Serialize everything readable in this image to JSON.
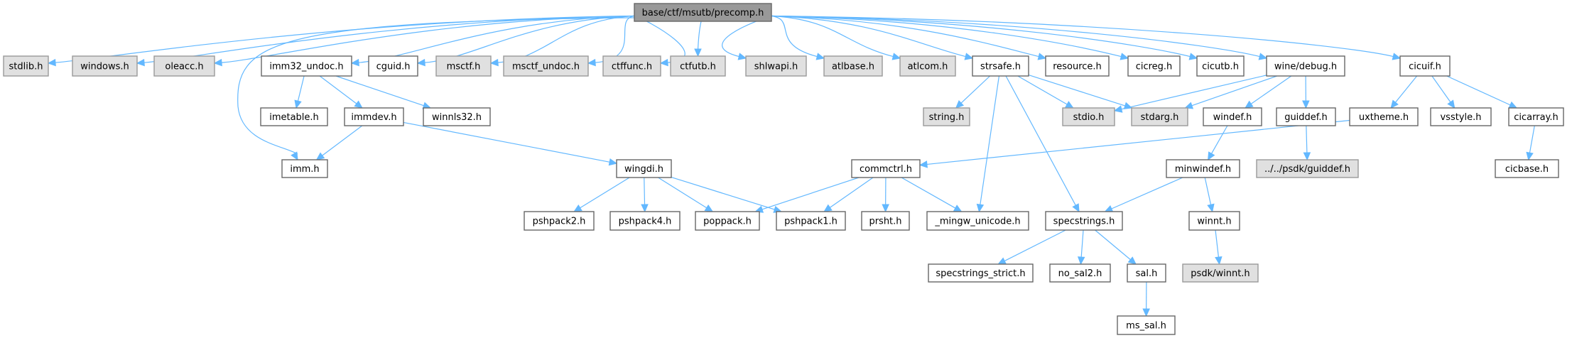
{
  "title": "base/ctf/msutb/precomp.h",
  "colors": {
    "root_fill": "#999999",
    "root_stroke": "#666666",
    "node_fill": "#ffffff",
    "node_stroke": "#666666",
    "missing_fill": "#e0e0e0",
    "missing_stroke": "#999999",
    "edge": "#63b8ff"
  },
  "nodes": [
    {
      "id": "precomp",
      "label": "base/ctf/msutb/precomp.h",
      "kind": "root"
    },
    {
      "id": "stdlib",
      "label": "stdlib.h",
      "kind": "missing"
    },
    {
      "id": "windows",
      "label": "windows.h",
      "kind": "missing"
    },
    {
      "id": "oleacc",
      "label": "oleacc.h",
      "kind": "missing"
    },
    {
      "id": "imm32_undoc",
      "label": "imm32_undoc.h",
      "kind": "normal"
    },
    {
      "id": "cguid",
      "label": "cguid.h",
      "kind": "normal"
    },
    {
      "id": "msctf",
      "label": "msctf.h",
      "kind": "missing"
    },
    {
      "id": "msctf_undoc",
      "label": "msctf_undoc.h",
      "kind": "missing"
    },
    {
      "id": "ctffunc",
      "label": "ctffunc.h",
      "kind": "missing"
    },
    {
      "id": "ctfutb",
      "label": "ctfutb.h",
      "kind": "missing"
    },
    {
      "id": "shlwapi",
      "label": "shlwapi.h",
      "kind": "missing"
    },
    {
      "id": "atlbase",
      "label": "atlbase.h",
      "kind": "missing"
    },
    {
      "id": "atlcom",
      "label": "atlcom.h",
      "kind": "missing"
    },
    {
      "id": "strsafe",
      "label": "strsafe.h",
      "kind": "normal"
    },
    {
      "id": "resource",
      "label": "resource.h",
      "kind": "normal"
    },
    {
      "id": "cicreg",
      "label": "cicreg.h",
      "kind": "normal"
    },
    {
      "id": "cicutb",
      "label": "cicutb.h",
      "kind": "normal"
    },
    {
      "id": "winedebug",
      "label": "wine/debug.h",
      "kind": "normal"
    },
    {
      "id": "cicuif",
      "label": "cicuif.h",
      "kind": "normal"
    },
    {
      "id": "imetable",
      "label": "imetable.h",
      "kind": "normal"
    },
    {
      "id": "immdev",
      "label": "immdev.h",
      "kind": "normal"
    },
    {
      "id": "winnls32",
      "label": "winnls32.h",
      "kind": "normal"
    },
    {
      "id": "string",
      "label": "string.h",
      "kind": "missing"
    },
    {
      "id": "stdio",
      "label": "stdio.h",
      "kind": "missing"
    },
    {
      "id": "stdarg",
      "label": "stdarg.h",
      "kind": "missing"
    },
    {
      "id": "windef",
      "label": "windef.h",
      "kind": "normal"
    },
    {
      "id": "guiddef",
      "label": "guiddef.h",
      "kind": "normal"
    },
    {
      "id": "uxtheme",
      "label": "uxtheme.h",
      "kind": "normal"
    },
    {
      "id": "vsstyle",
      "label": "vsstyle.h",
      "kind": "normal"
    },
    {
      "id": "cicarray",
      "label": "cicarray.h",
      "kind": "normal"
    },
    {
      "id": "imm",
      "label": "imm.h",
      "kind": "normal"
    },
    {
      "id": "wingdi",
      "label": "wingdi.h",
      "kind": "normal"
    },
    {
      "id": "commctrl",
      "label": "commctrl.h",
      "kind": "normal"
    },
    {
      "id": "minwindef",
      "label": "minwindef.h",
      "kind": "normal"
    },
    {
      "id": "psdkguiddef",
      "label": "../../psdk/guiddef.h",
      "kind": "missing"
    },
    {
      "id": "cicbase",
      "label": "cicbase.h",
      "kind": "normal"
    },
    {
      "id": "pshpack2",
      "label": "pshpack2.h",
      "kind": "normal"
    },
    {
      "id": "pshpack4",
      "label": "pshpack4.h",
      "kind": "normal"
    },
    {
      "id": "poppack",
      "label": "poppack.h",
      "kind": "normal"
    },
    {
      "id": "pshpack1",
      "label": "pshpack1.h",
      "kind": "normal"
    },
    {
      "id": "prsht",
      "label": "prsht.h",
      "kind": "normal"
    },
    {
      "id": "mingw_unicode",
      "label": "_mingw_unicode.h",
      "kind": "normal"
    },
    {
      "id": "specstrings",
      "label": "specstrings.h",
      "kind": "normal"
    },
    {
      "id": "winnt",
      "label": "winnt.h",
      "kind": "normal"
    },
    {
      "id": "specstrings_strict",
      "label": "specstrings_strict.h",
      "kind": "normal"
    },
    {
      "id": "no_sal2",
      "label": "no_sal2.h",
      "kind": "normal"
    },
    {
      "id": "sal",
      "label": "sal.h",
      "kind": "normal"
    },
    {
      "id": "psdkwinnt",
      "label": "psdk/winnt.h",
      "kind": "missing"
    },
    {
      "id": "ms_sal",
      "label": "ms_sal.h",
      "kind": "normal"
    }
  ],
  "edges": [
    [
      "precomp",
      "stdlib"
    ],
    [
      "precomp",
      "windows"
    ],
    [
      "precomp",
      "oleacc"
    ],
    [
      "precomp",
      "imm"
    ],
    [
      "precomp",
      "imm32_undoc"
    ],
    [
      "precomp",
      "cguid"
    ],
    [
      "precomp",
      "msctf"
    ],
    [
      "precomp",
      "msctf_undoc"
    ],
    [
      "precomp",
      "ctffunc"
    ],
    [
      "precomp",
      "ctfutb"
    ],
    [
      "precomp",
      "shlwapi"
    ],
    [
      "precomp",
      "atlbase"
    ],
    [
      "precomp",
      "atlcom"
    ],
    [
      "precomp",
      "strsafe"
    ],
    [
      "precomp",
      "resource"
    ],
    [
      "precomp",
      "cicreg"
    ],
    [
      "precomp",
      "cicutb"
    ],
    [
      "precomp",
      "winedebug"
    ],
    [
      "precomp",
      "cicuif"
    ],
    [
      "imm32_undoc",
      "imetable"
    ],
    [
      "imm32_undoc",
      "immdev"
    ],
    [
      "imm32_undoc",
      "winnls32"
    ],
    [
      "immdev",
      "imm"
    ],
    [
      "immdev",
      "wingdi"
    ],
    [
      "wingdi",
      "pshpack2"
    ],
    [
      "wingdi",
      "pshpack4"
    ],
    [
      "wingdi",
      "poppack"
    ],
    [
      "wingdi",
      "pshpack1"
    ],
    [
      "strsafe",
      "string"
    ],
    [
      "strsafe",
      "stdio"
    ],
    [
      "strsafe",
      "stdarg"
    ],
    [
      "strsafe",
      "mingw_unicode"
    ],
    [
      "strsafe",
      "specstrings"
    ],
    [
      "winedebug",
      "stdio"
    ],
    [
      "winedebug",
      "stdarg"
    ],
    [
      "winedebug",
      "windef"
    ],
    [
      "winedebug",
      "guiddef"
    ],
    [
      "windef",
      "minwindef"
    ],
    [
      "guiddef",
      "psdkguiddef"
    ],
    [
      "minwindef",
      "specstrings"
    ],
    [
      "minwindef",
      "winnt"
    ],
    [
      "winnt",
      "psdkwinnt"
    ],
    [
      "cicuif",
      "uxtheme"
    ],
    [
      "cicuif",
      "vsstyle"
    ],
    [
      "cicuif",
      "cicarray"
    ],
    [
      "uxtheme",
      "commctrl"
    ],
    [
      "cicarray",
      "cicbase"
    ],
    [
      "commctrl",
      "poppack"
    ],
    [
      "commctrl",
      "pshpack1"
    ],
    [
      "commctrl",
      "prsht"
    ],
    [
      "commctrl",
      "mingw_unicode"
    ],
    [
      "specstrings",
      "specstrings_strict"
    ],
    [
      "specstrings",
      "no_sal2"
    ],
    [
      "specstrings",
      "sal"
    ],
    [
      "sal",
      "ms_sal"
    ]
  ]
}
